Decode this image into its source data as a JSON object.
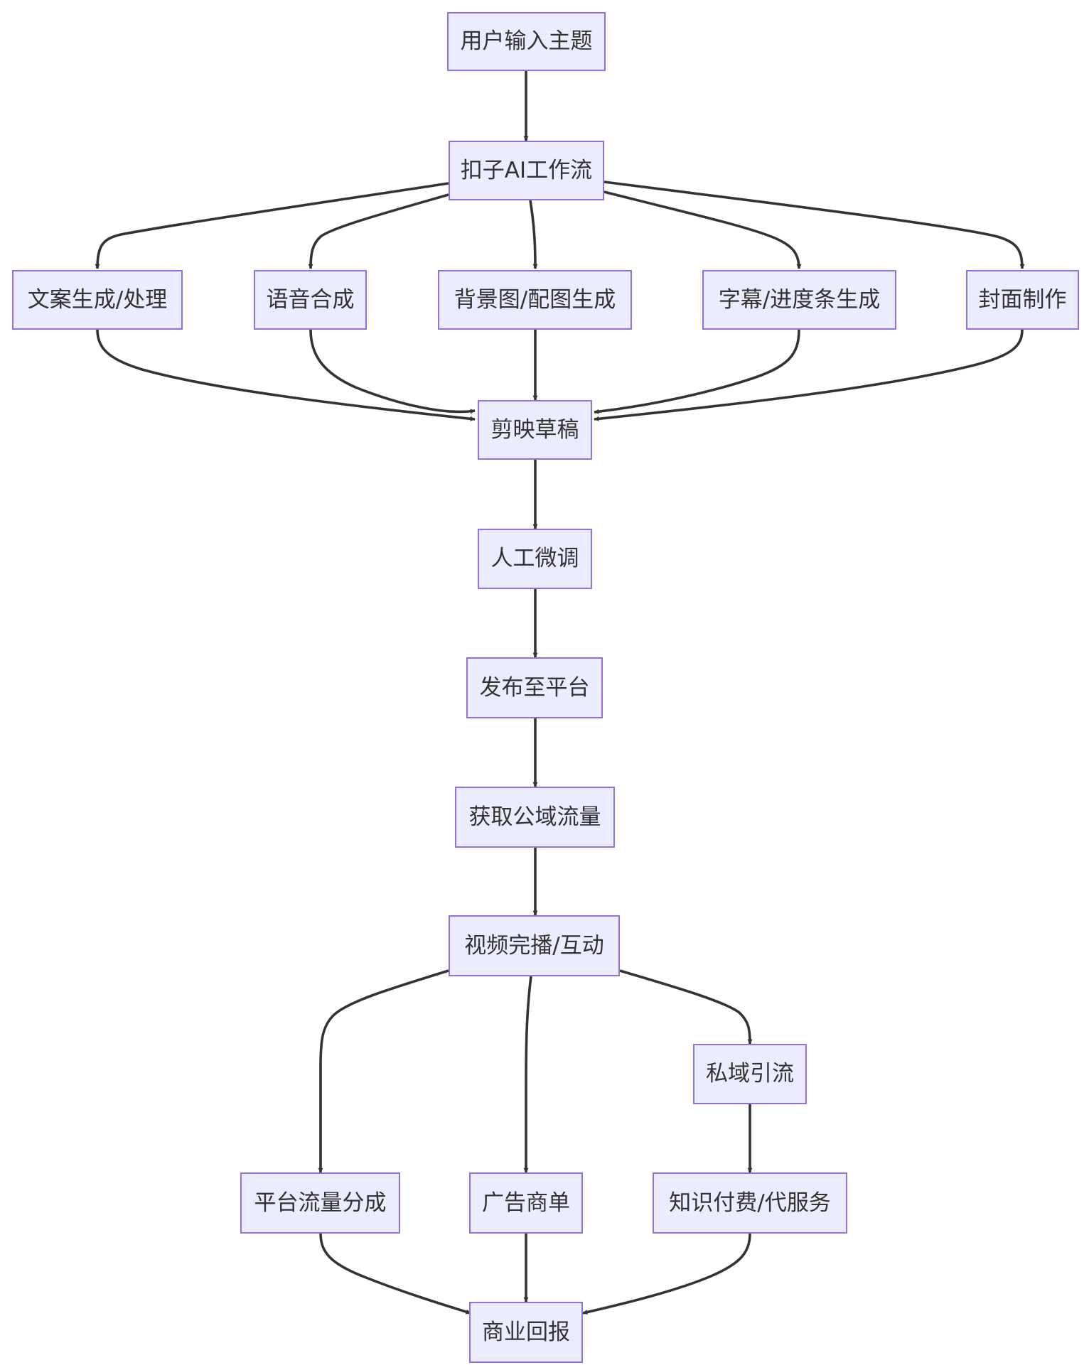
{
  "diagram": {
    "type": "flowchart",
    "colors": {
      "node_fill": "#ececff",
      "node_border": "#9370db",
      "edge": "#333333",
      "text": "#333333"
    },
    "nodes": {
      "input": "用户输入主题",
      "workflow": "扣子AI工作流",
      "copywriting": "文案生成/处理",
      "voice": "语音合成",
      "image": "背景图/配图生成",
      "subtitle": "字幕/进度条生成",
      "cover": "封面制作",
      "draft": "剪映草稿",
      "tuning": "人工微调",
      "publish": "发布至平台",
      "traffic": "获取公域流量",
      "engagement": "视频完播/互动",
      "private": "私域引流",
      "revenue_share": "平台流量分成",
      "ads": "广告商单",
      "paid": "知识付费/代服务",
      "return": "商业回报"
    },
    "edges": [
      [
        "input",
        "workflow"
      ],
      [
        "workflow",
        "copywriting"
      ],
      [
        "workflow",
        "voice"
      ],
      [
        "workflow",
        "image"
      ],
      [
        "workflow",
        "subtitle"
      ],
      [
        "workflow",
        "cover"
      ],
      [
        "copywriting",
        "draft"
      ],
      [
        "voice",
        "draft"
      ],
      [
        "image",
        "draft"
      ],
      [
        "subtitle",
        "draft"
      ],
      [
        "cover",
        "draft"
      ],
      [
        "draft",
        "tuning"
      ],
      [
        "tuning",
        "publish"
      ],
      [
        "publish",
        "traffic"
      ],
      [
        "traffic",
        "engagement"
      ],
      [
        "engagement",
        "revenue_share"
      ],
      [
        "engagement",
        "ads"
      ],
      [
        "engagement",
        "private"
      ],
      [
        "private",
        "paid"
      ],
      [
        "revenue_share",
        "return"
      ],
      [
        "ads",
        "return"
      ],
      [
        "paid",
        "return"
      ]
    ]
  }
}
